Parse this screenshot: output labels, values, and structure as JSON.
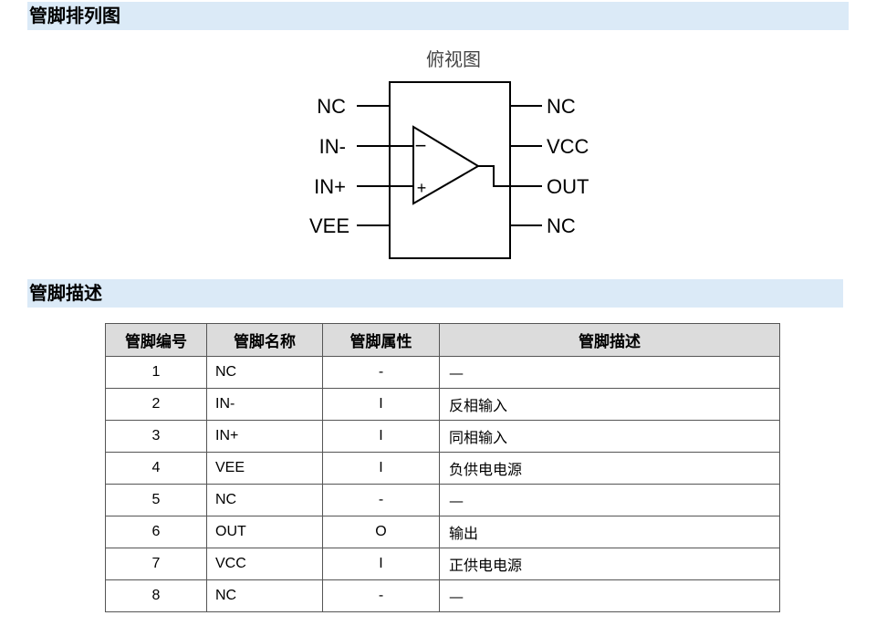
{
  "sections": {
    "pinout_title": "管脚排列图",
    "description_title": "管脚描述"
  },
  "diagram": {
    "view_label": "俯视图",
    "left_pins": [
      "NC",
      "IN-",
      "IN+",
      "VEE"
    ],
    "right_pins": [
      "NC",
      "VCC",
      "OUT",
      "NC"
    ],
    "minus_sign": "−",
    "plus_sign": "+"
  },
  "table": {
    "headers": [
      "管脚编号",
      "管脚名称",
      "管脚属性",
      "管脚描述"
    ],
    "rows": [
      {
        "num": "1",
        "name": "NC",
        "attr": "-",
        "desc": "—"
      },
      {
        "num": "2",
        "name": "IN-",
        "attr": "I",
        "desc": "反相输入"
      },
      {
        "num": "3",
        "name": "IN+",
        "attr": "I",
        "desc": "同相输入"
      },
      {
        "num": "4",
        "name": "VEE",
        "attr": "I",
        "desc": "负供电电源"
      },
      {
        "num": "5",
        "name": "NC",
        "attr": "-",
        "desc": "—"
      },
      {
        "num": "6",
        "name": "OUT",
        "attr": "O",
        "desc": "输出"
      },
      {
        "num": "7",
        "name": "VCC",
        "attr": "I",
        "desc": "正供电电源"
      },
      {
        "num": "8",
        "name": "NC",
        "attr": "-",
        "desc": "—"
      }
    ]
  }
}
